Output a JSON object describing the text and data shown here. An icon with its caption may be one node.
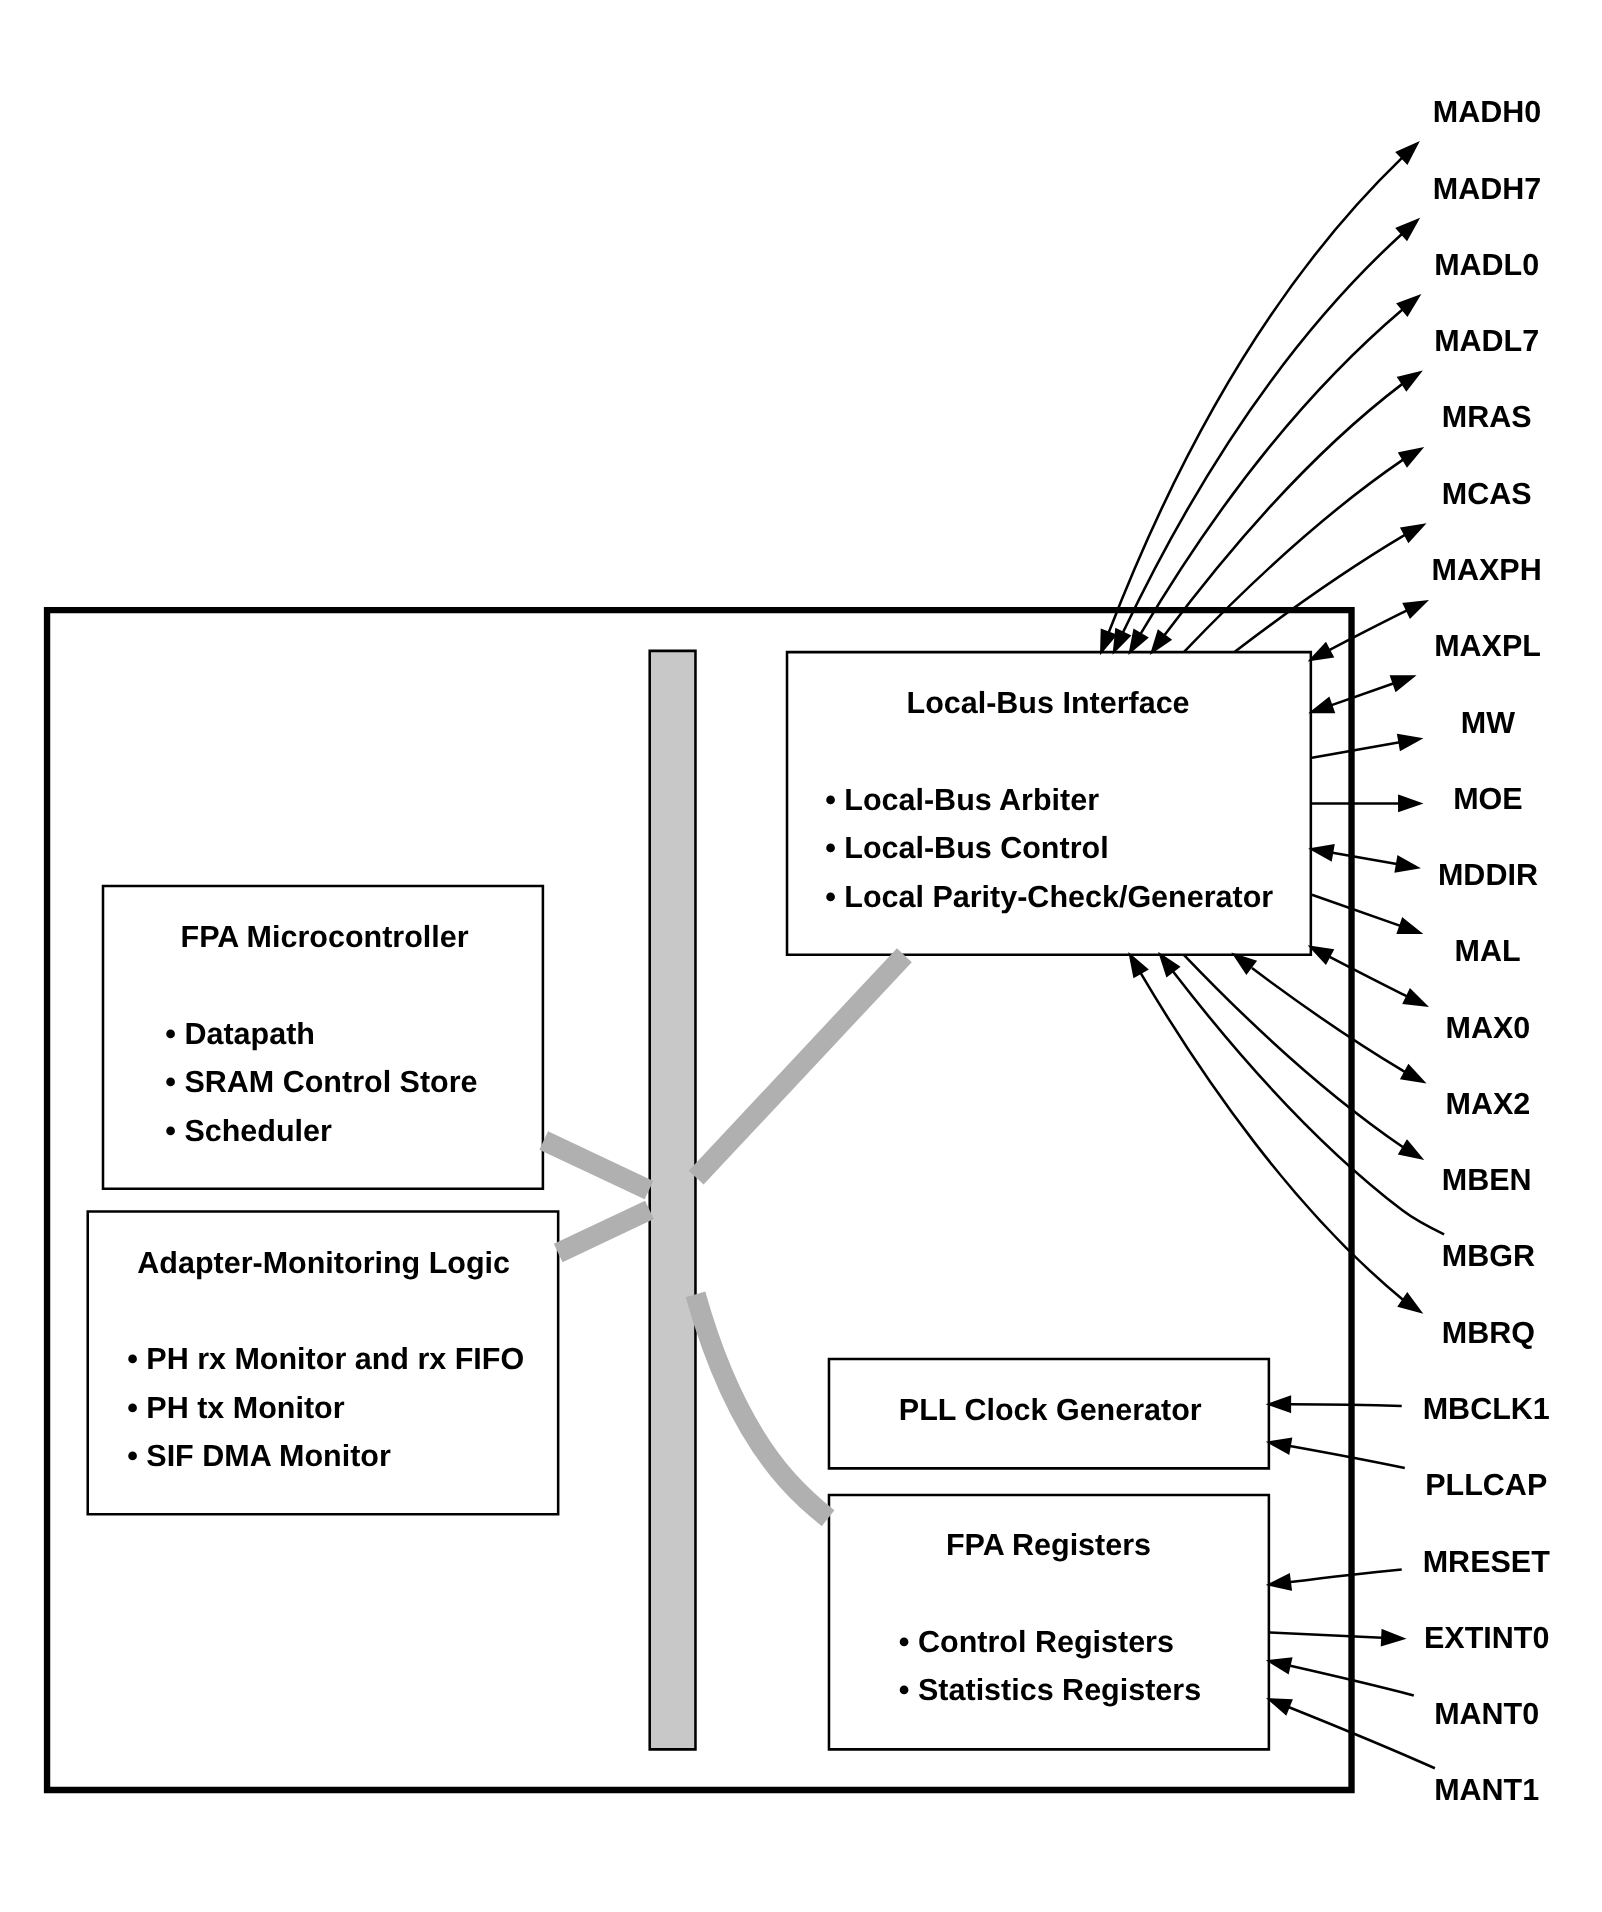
{
  "diagram": {
    "nodes": [
      {
        "text": [],
        "shape": "box"
      },
      {
        "text": [
          "FPA Microcontroller",
          "• Datapath",
          "• SRAM Control Store",
          "• Scheduler"
        ],
        "in": 0
      },
      {
        "text": [
          "Local-Bus Interface",
          "• Local-Bus Arbiter",
          "• Local-Bus Control",
          "• Local Parity-Check/Generator"
        ],
        "in": 0
      },
      {
        "text": [],
        "shape": "bar",
        "in": 0
      },
      {
        "text": [
          "Adapter-Monitoring Logic",
          "• PH rx Monitor and rx FIFO",
          "• PH tx Monitor",
          "• SIF DMA Monitor"
        ],
        "in": 0
      },
      {
        "text": [
          "PLL Clock Generator"
        ],
        "in": 0
      },
      {
        "text": [
          "FPA Registers",
          "• Control Registers",
          "• Statistics Registers"
        ],
        "in": 0
      },
      {
        "text": [
          "MADH0"
        ]
      },
      {
        "text": [
          "MADH7"
        ]
      },
      {
        "text": [
          "MADL0"
        ]
      },
      {
        "text": [
          "MADL7"
        ]
      },
      {
        "text": [
          "MRAS"
        ]
      },
      {
        "text": [
          "MCAS"
        ]
      },
      {
        "text": [
          "MAXPH"
        ]
      },
      {
        "text": [
          "MAXPL"
        ]
      },
      {
        "text": [
          "MW"
        ]
      },
      {
        "text": [
          "MOE"
        ]
      },
      {
        "text": [
          "MDDIR"
        ]
      },
      {
        "text": [
          "MAL"
        ]
      },
      {
        "text": [
          "MAX0"
        ]
      },
      {
        "text": [
          "MAX2"
        ]
      },
      {
        "text": [
          "MBEN"
        ]
      },
      {
        "text": [
          "MBGR"
        ]
      },
      {
        "text": [
          "MBRQ"
        ]
      },
      {
        "text": [
          "MBCLK1"
        ]
      },
      {
        "text": [
          "PLLCAP"
        ]
      },
      {
        "text": [
          "MRESET"
        ]
      },
      {
        "text": [
          "EXTINT0"
        ]
      },
      {
        "text": [
          "MANT0"
        ]
      },
      {
        "text": [
          "MANT1"
        ]
      }
    ],
    "edges": [
      {
        "from": 1,
        "to": 3,
        "arrow": "none",
        "style": "thick",
        "color": "#b0b0b0"
      },
      {
        "from": 4,
        "to": 3,
        "arrow": "none",
        "style": "thick",
        "color": "#b0b0b0"
      },
      {
        "from": 3,
        "to": 2,
        "arrow": "none",
        "style": "thick",
        "color": "#b0b0b0"
      },
      {
        "from": 3,
        "to": 6,
        "arrow": "none",
        "style": "thick",
        "color": "#b0b0b0"
      },
      {
        "from": 2,
        "to": 7,
        "arrow": "both"
      },
      {
        "from": 2,
        "to": 8,
        "arrow": "both"
      },
      {
        "from": 2,
        "to": 9,
        "arrow": "both"
      },
      {
        "from": 2,
        "to": 10,
        "arrow": "both"
      },
      {
        "from": 2,
        "to": 11,
        "arrow": "to"
      },
      {
        "from": 2,
        "to": 12,
        "arrow": "to"
      },
      {
        "from": 2,
        "to": 13,
        "arrow": "both"
      },
      {
        "from": 2,
        "to": 14,
        "arrow": "both"
      },
      {
        "from": 2,
        "to": 15,
        "arrow": "to"
      },
      {
        "from": 2,
        "to": 16,
        "arrow": "to"
      },
      {
        "from": 2,
        "to": 17,
        "arrow": "both"
      },
      {
        "from": 2,
        "to": 18,
        "arrow": "to"
      },
      {
        "from": 2,
        "to": 19,
        "arrow": "both"
      },
      {
        "from": 2,
        "to": 20,
        "arrow": "both"
      },
      {
        "from": 2,
        "to": 21,
        "arrow": "to"
      },
      {
        "from": 22,
        "to": 2,
        "arrow": "to"
      },
      {
        "from": 2,
        "to": 23,
        "arrow": "both"
      },
      {
        "from": 24,
        "to": 5,
        "arrow": "to"
      },
      {
        "from": 25,
        "to": 5,
        "arrow": "to"
      },
      {
        "from": 26,
        "to": 6,
        "arrow": "to"
      },
      {
        "from": 6,
        "to": 27,
        "arrow": "to"
      },
      {
        "from": 28,
        "to": 6,
        "arrow": "to"
      },
      {
        "from": 29,
        "to": 6,
        "arrow": "to"
      }
    ]
  }
}
